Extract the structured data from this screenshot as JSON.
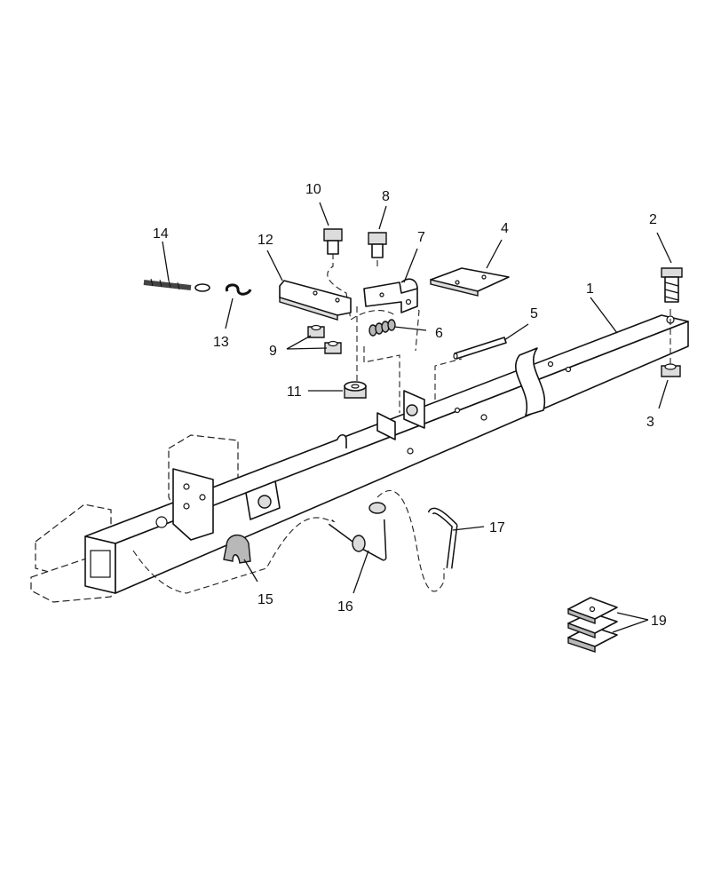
{
  "callouts": {
    "c1": "1",
    "c2": "2",
    "c3": "3",
    "c4": "4",
    "c5": "5",
    "c6": "6",
    "c7": "7",
    "c8": "8",
    "c9": "9",
    "c10": "10",
    "c11": "11",
    "c12": "12",
    "c13": "13",
    "c14": "14",
    "c15": "15",
    "c16": "16",
    "c17": "17",
    "c19": "19"
  }
}
